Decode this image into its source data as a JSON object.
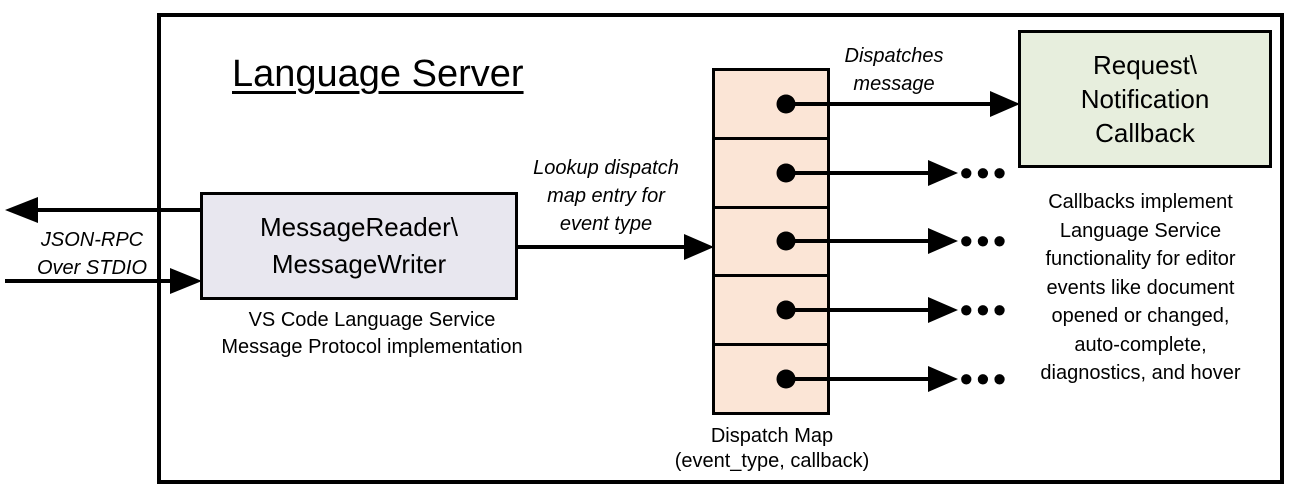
{
  "diagram": {
    "title": "Language Server",
    "reader_box": {
      "line1": "MessageReader\\",
      "line2": "MessageWriter"
    },
    "reader_caption": {
      "line1": "VS Code Language Service",
      "line2": "Message Protocol implementation"
    },
    "io_label": {
      "line1": "JSON-RPC",
      "line2": "Over STDIO"
    },
    "lookup_label": {
      "line1": "Lookup dispatch",
      "line2": "map entry for",
      "line3": "event type"
    },
    "dispatches_label": {
      "line1": "Dispatches",
      "line2": "message"
    },
    "callback_box": {
      "line1": "Request\\",
      "line2": "Notification",
      "line3": "Callback"
    },
    "map_caption": {
      "line1": "Dispatch Map",
      "line2": "(event_type, callback)"
    },
    "callbacks_note": {
      "line1": "Callbacks implement",
      "line2": "Language Service",
      "line3": "functionality for editor",
      "line4": "events like document",
      "line5": "opened or changed,",
      "line6": "auto-complete,",
      "line7": "diagnostics, and hover"
    },
    "ellipsis": "•••",
    "dispatch_map_slots": 5,
    "colors": {
      "reader_box_fill": "#e8e7ef",
      "dispatch_map_fill": "#fbe5d6",
      "callback_box_fill": "#e7eedd",
      "stroke": "#000000",
      "background": "#ffffff"
    }
  }
}
